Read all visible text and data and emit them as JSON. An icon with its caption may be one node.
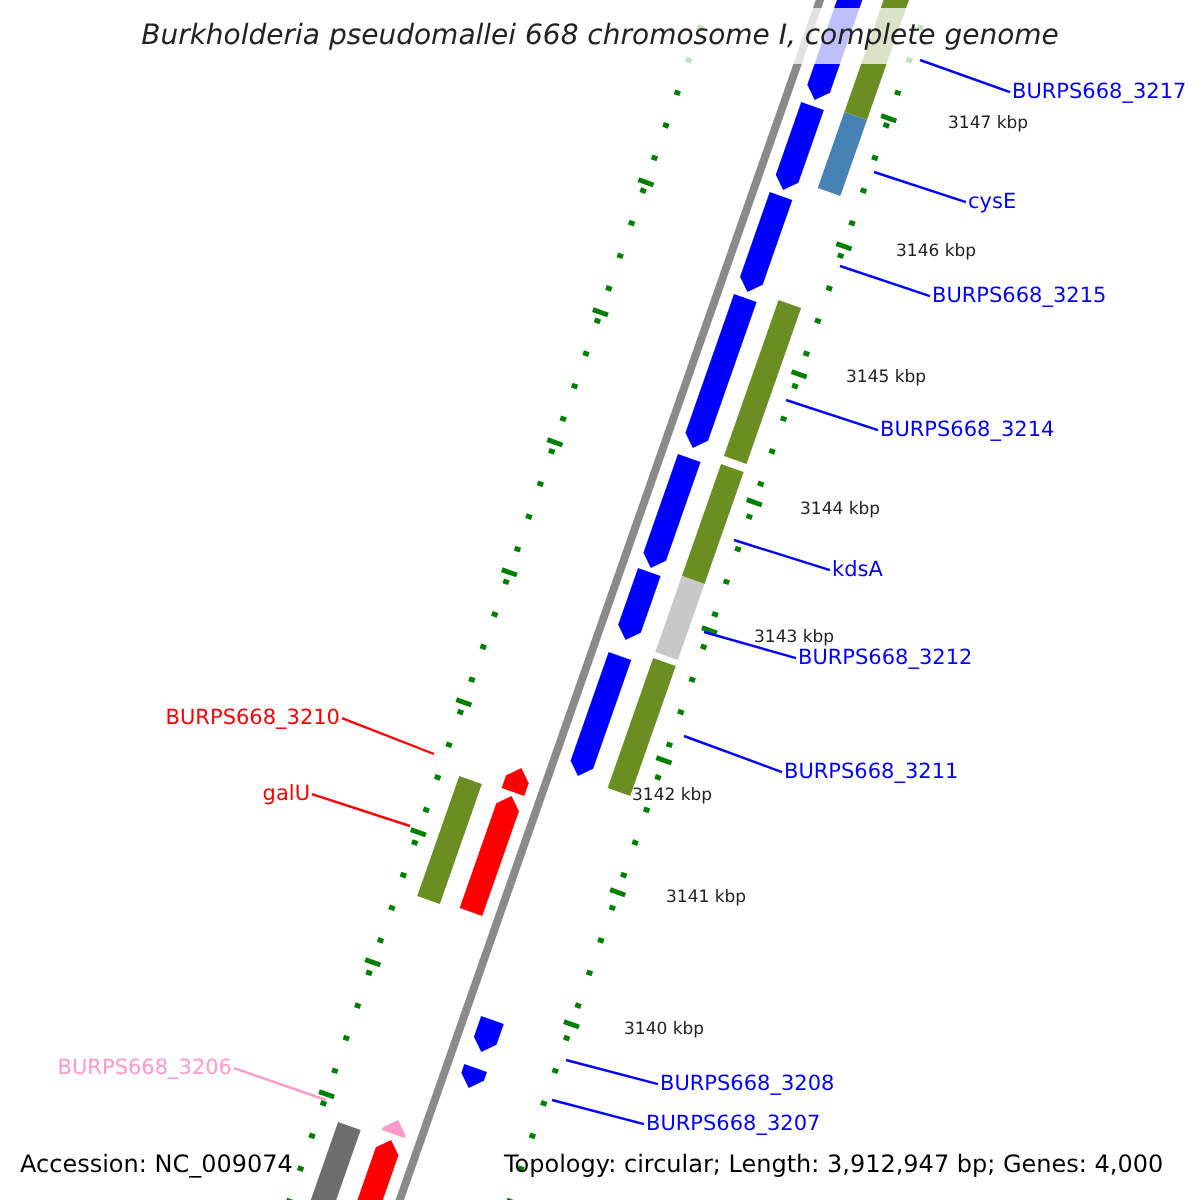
{
  "diagram": {
    "title": "Burkholderia pseudomallei 668 chromosome I, complete genome",
    "nodes": [
      {
        "text": [
          "BURPS668_3217"
        ]
      },
      {
        "text": [
          "cysE"
        ]
      },
      {
        "text": [
          "BURPS668_3215"
        ]
      },
      {
        "text": [
          "BURPS668_3214"
        ]
      },
      {
        "text": [
          "kdsA"
        ]
      },
      {
        "text": [
          "BURPS668_3212"
        ]
      },
      {
        "text": [
          "BURPS668_3211"
        ]
      },
      {
        "text": [
          "BURPS668_3210"
        ]
      },
      {
        "text": [
          "galU"
        ]
      },
      {
        "text": [
          "BURPS668_3206"
        ]
      },
      {
        "text": [
          "BURPS668_3208"
        ]
      },
      {
        "text": [
          "BURPS668_3207"
        ]
      }
    ],
    "edges": [
      {
        "from": 0,
        "to": null,
        "arrow": "none"
      },
      {
        "from": 1,
        "to": null,
        "arrow": "none"
      },
      {
        "from": 2,
        "to": null,
        "arrow": "none"
      },
      {
        "from": 3,
        "to": null,
        "arrow": "none"
      },
      {
        "from": 4,
        "to": null,
        "arrow": "none"
      },
      {
        "from": 5,
        "to": null,
        "arrow": "none"
      },
      {
        "from": 6,
        "to": null,
        "arrow": "none"
      },
      {
        "from": 7,
        "to": null,
        "arrow": "none",
        "color": "#ff0000"
      },
      {
        "from": 8,
        "to": null,
        "arrow": "none",
        "color": "#ff0000"
      },
      {
        "from": 9,
        "to": null,
        "arrow": "none",
        "color": "#ff99cc"
      },
      {
        "from": 10,
        "to": null,
        "arrow": "none"
      },
      {
        "from": 11,
        "to": null,
        "arrow": "none"
      }
    ],
    "labels": [
      "3147 kbp",
      "3146 kbp",
      "3145 kbp",
      "3144 kbp",
      "3143 kbp",
      "3142 kbp",
      "3141 kbp",
      "3140 kbp",
      "Accession: NC_009074",
      "Topology: circular; Length: 3,912,947 bp; Genes: 4,000"
    ]
  }
}
